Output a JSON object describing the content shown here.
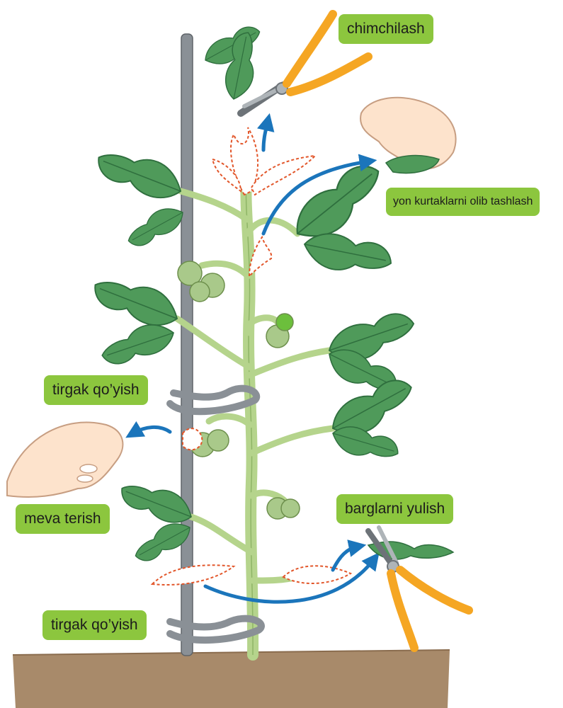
{
  "labels": {
    "pinching": "chimchilash",
    "side_shoots": "yon kurtaklarni olib tashlash",
    "staking_top": "tirgak qo’yish",
    "harvest": "meva terish",
    "leaf_removal": "barglarni yulish",
    "staking_bottom": "tirgak qo’yish"
  },
  "colors": {
    "label_bg": "#8cc63e",
    "stem": "#b5d48c",
    "leaf": "#4f9a5a",
    "leaf_dark": "#2f6f3e",
    "fruit": "#a9c98a",
    "arrow": "#1b75bb",
    "cut_outline": "#e2562a",
    "soil": "#a88a6a",
    "stake": "#8a9096",
    "pruner_handle": "#f5a623"
  },
  "icons": [
    "pruning-shears-icon",
    "hand-icon",
    "pruning-shears-icon",
    "tie-icon"
  ]
}
